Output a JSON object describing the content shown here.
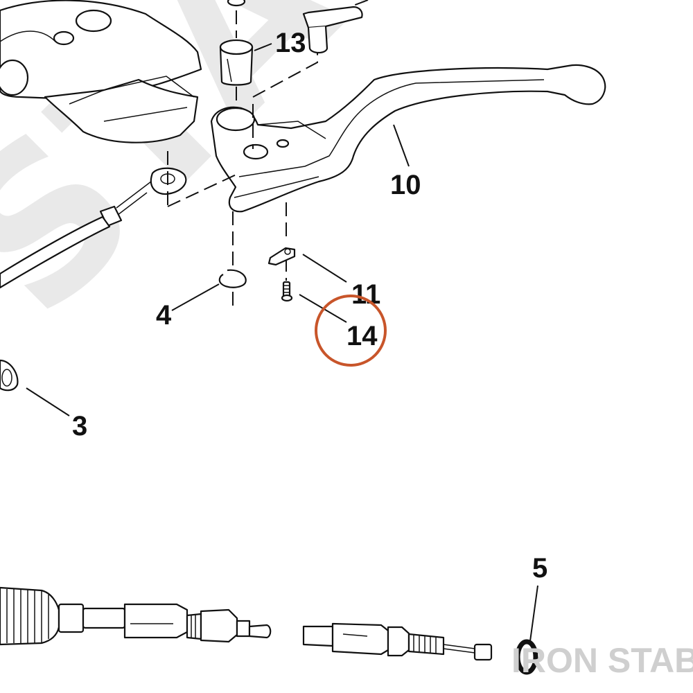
{
  "watermark": {
    "text": "STABLE"
  },
  "brand": {
    "text": "IRON STABLE"
  },
  "callouts": [
    {
      "id": "13",
      "label": "13"
    },
    {
      "id": "10",
      "label": "10"
    },
    {
      "id": "11",
      "label": "11"
    },
    {
      "id": "14",
      "label": "14",
      "highlighted": true
    },
    {
      "id": "4",
      "label": "4"
    },
    {
      "id": "3",
      "label": "3"
    },
    {
      "id": "5",
      "label": "5"
    }
  ],
  "colors": {
    "highlight_circle": "#c8552a",
    "line": "#111111",
    "watermark": "#e9e9e9",
    "brand": "#cfcfcf"
  }
}
